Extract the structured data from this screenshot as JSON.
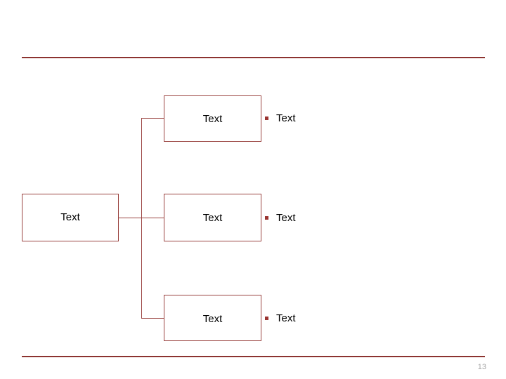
{
  "slide": {
    "page_number": "13",
    "accent_color": "#8C3330",
    "box_border_color": "#9A4340",
    "bullet_color": "#9A3330",
    "background_color": "#ffffff",
    "page_number_color": "#A6A6A6"
  },
  "diagram": {
    "type": "tree",
    "root": {
      "label": "Text"
    },
    "children": [
      {
        "label": "Text",
        "annotation": "Text"
      },
      {
        "label": "Text",
        "annotation": "Text"
      },
      {
        "label": "Text",
        "annotation": "Text"
      }
    ]
  }
}
